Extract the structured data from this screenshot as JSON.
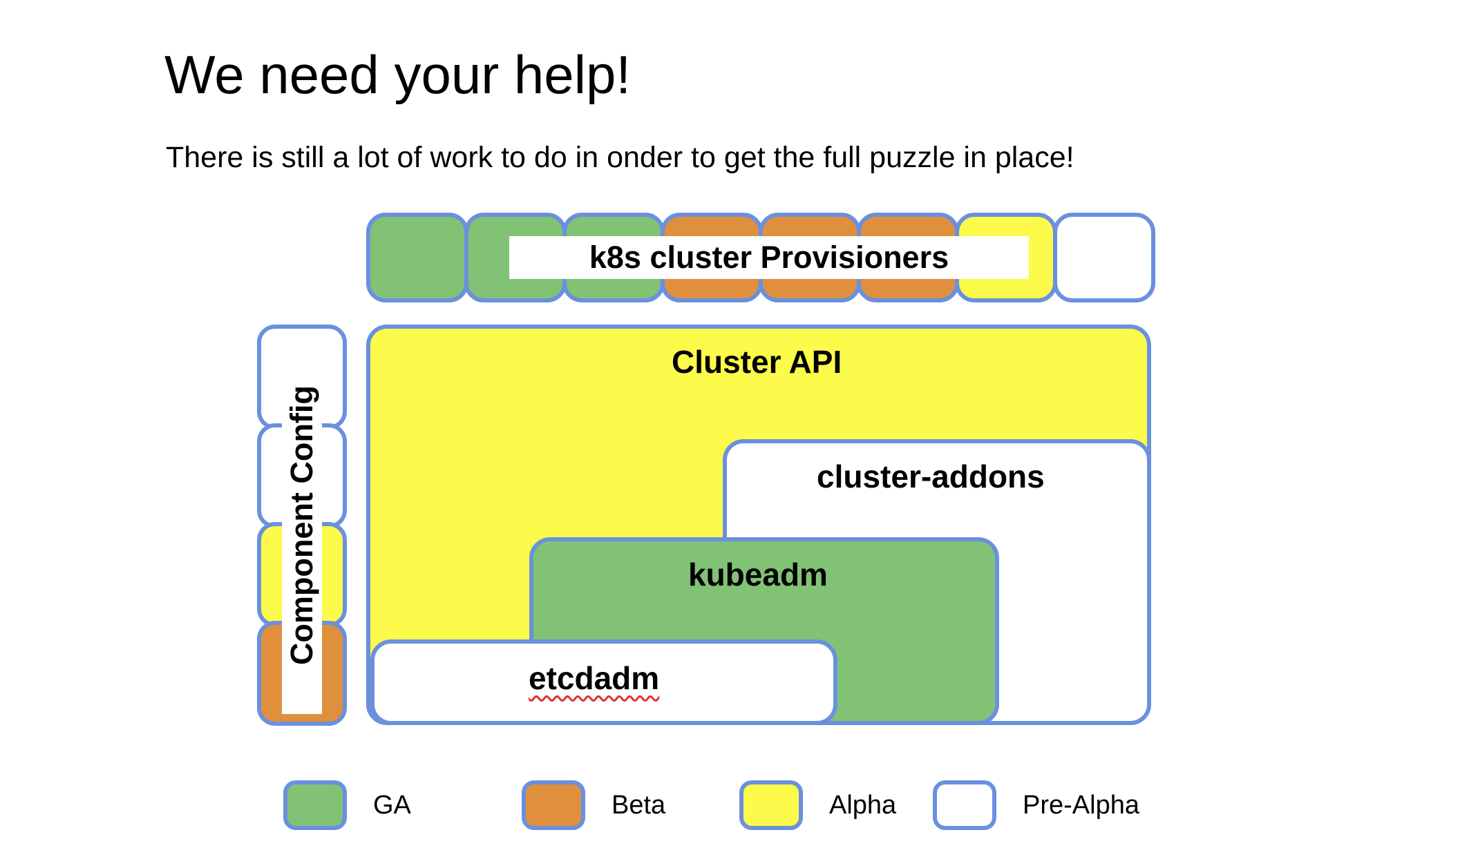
{
  "slide": {
    "title": "We need your help!",
    "subtitle": "There is still a lot of work to do in onder to get the full puzzle in place!"
  },
  "colors": {
    "border": "#6a90de",
    "ga": "#82c274",
    "beta": "#e0903c",
    "alpha": "#fcfa4a",
    "pre_alpha": "#ffffff",
    "spellcheck_underline": "#e03030"
  },
  "diagram": {
    "provisioners": {
      "label": "k8s cluster Provisioners",
      "boxes": [
        {
          "status": "GA"
        },
        {
          "status": "GA"
        },
        {
          "status": "GA"
        },
        {
          "status": "Beta"
        },
        {
          "status": "Beta"
        },
        {
          "status": "Beta"
        },
        {
          "status": "Alpha"
        },
        {
          "status": "Pre-Alpha"
        }
      ]
    },
    "component_config": {
      "label": "Component Config",
      "boxes": [
        {
          "status": "Pre-Alpha"
        },
        {
          "status": "Pre-Alpha"
        },
        {
          "status": "Alpha"
        },
        {
          "status": "Beta"
        }
      ]
    },
    "nested": [
      {
        "label": "Cluster API",
        "status": "Alpha"
      },
      {
        "label": "cluster-addons",
        "status": "Pre-Alpha"
      },
      {
        "label": "kubeadm",
        "status": "GA"
      },
      {
        "label": "etcdadm",
        "status": "Pre-Alpha",
        "spellcheck_flagged": true
      }
    ]
  },
  "legend": {
    "items": [
      {
        "label": "GA",
        "status": "GA"
      },
      {
        "label": "Beta",
        "status": "Beta"
      },
      {
        "label": "Alpha",
        "status": "Alpha"
      },
      {
        "label": "Pre-Alpha",
        "status": "Pre-Alpha"
      }
    ]
  }
}
